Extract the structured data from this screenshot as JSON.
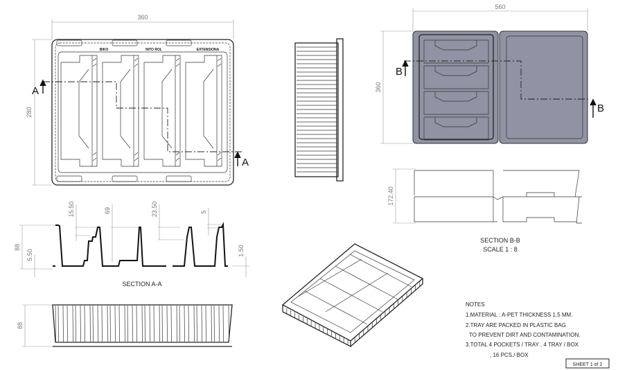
{
  "top_view": {
    "width_dim": "360",
    "height_dim": "280",
    "pocket_labels": [
      "BIKO",
      "INTO ROL",
      "EXTENSIONA"
    ],
    "section_marker": "A"
  },
  "assembly_view": {
    "width_dim": "560",
    "height_dim": "360",
    "section_marker": "B"
  },
  "section_bb": {
    "height_dim": "172.40",
    "title": "SECTION B-B",
    "scale": "SCALE 1 : 8"
  },
  "section_aa": {
    "title": "SECTION A-A",
    "dims": [
      "88",
      "5.50",
      "15.50",
      "69",
      "23.50",
      "5",
      "1.50"
    ]
  },
  "side_view_bottom": {
    "height_dim": "88"
  },
  "notes": {
    "title": "NOTES",
    "lines": [
      "1.MATERIAL : A-PET  THICKNESS 1.5 MM.",
      "2.TRAY ARE PACKED IN PLASTIC BAG",
      "   TO PREVENT DIRT AND CONTAMINATION.",
      "3.TOTAL  4  POCKETS / TRAY , 4 TRAY / BOX",
      "   , 16 PCS./ BOX"
    ]
  },
  "sheet": "SHEET  1  of  2",
  "colors": {
    "tray_fill": "#8f93a3",
    "line": "#222222",
    "dim": "#999999"
  }
}
